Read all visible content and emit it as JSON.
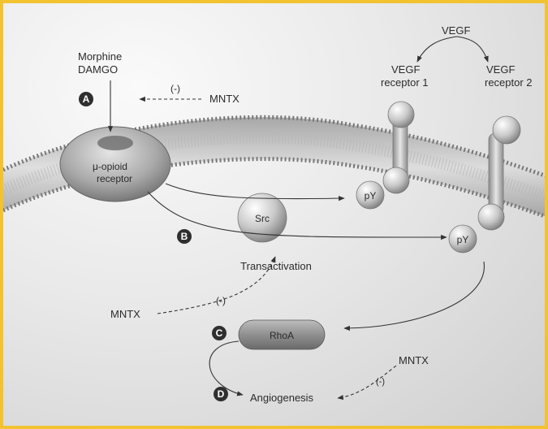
{
  "labels": {
    "morphine": "Morphine",
    "damgo": "DAMGO",
    "mntx_top": "MNTX",
    "inhibit_top": "(-)",
    "vegf": "VEGF",
    "vegf_r1_line1": "VEGF",
    "vegf_r1_line2": "receptor 1",
    "vegf_r2_line1": "VEGF",
    "vegf_r2_line2": "receptor 2",
    "mu_line1": "μ-opioid",
    "mu_line2": "receptor",
    "src": "Src",
    "py1": "pY",
    "py2": "pY",
    "transactivation": "Transactivation",
    "mntx_mid": "MNTX",
    "inhibit_mid": "(-)",
    "rhoa": "RhoA",
    "angiogenesis": "Angiogenesis",
    "mntx_bottom": "MNTX",
    "inhibit_bottom": "(-)"
  },
  "badges": {
    "a": "A",
    "b": "B",
    "c": "C",
    "d": "D"
  },
  "colors": {
    "frame": "#f2c230",
    "badge": "#2f2f2f",
    "arrow": "#333333"
  }
}
